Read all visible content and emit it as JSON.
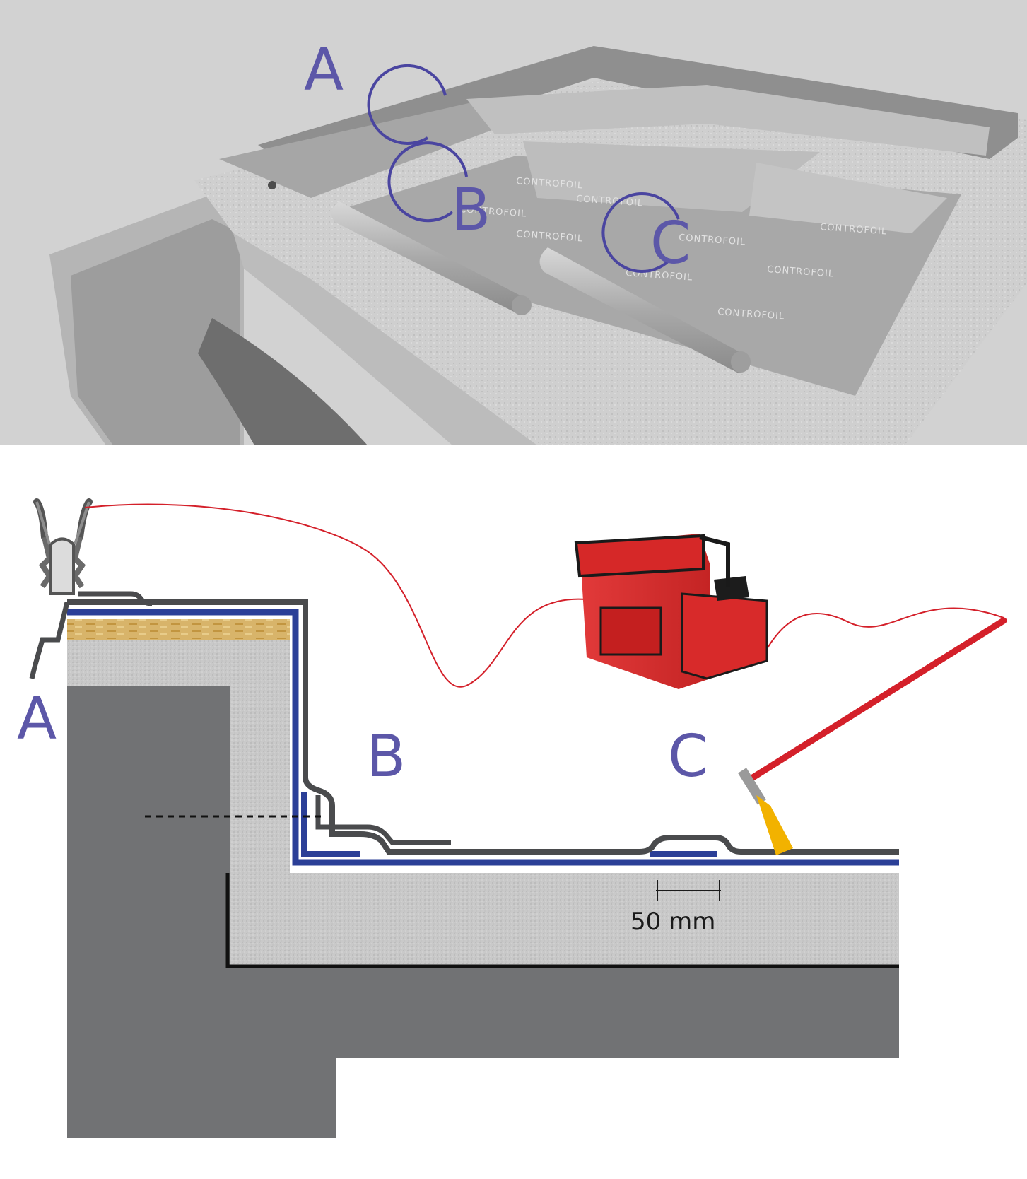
{
  "top_view": {
    "callouts": [
      "A",
      "B",
      "C"
    ],
    "membrane_brand": "CONTROFOIL",
    "colors": {
      "background": "#d2d2d2",
      "callout": "#4a45a0"
    }
  },
  "section_view": {
    "callouts": [
      "A",
      "B",
      "C"
    ],
    "dimension_label": "50 mm",
    "colors": {
      "concrete": "#717274",
      "insulation": "#c8c8c8",
      "membrane_blue": "#2b3f97",
      "membrane_dark": "#4a4b4d",
      "osb": "#d8b46a",
      "wire": "#d4202a",
      "bag": "#dd2e2e",
      "brush_bristles": "#f2b200"
    }
  }
}
